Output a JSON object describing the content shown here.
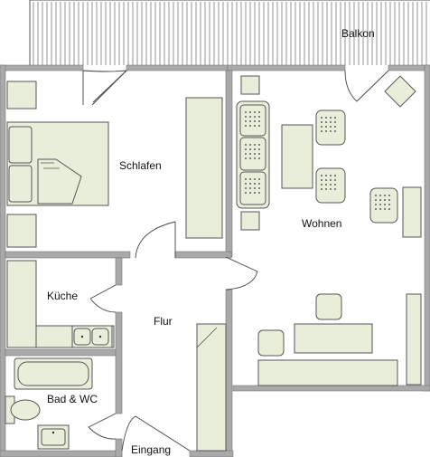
{
  "labels": {
    "balkon": "Balkon",
    "schlafen": "Schlafen",
    "wohnen": "Wohnen",
    "kueche": "Küche",
    "flur": "Flur",
    "bad_wc": "Bad & WC",
    "eingang": "Eingang"
  },
  "colors": {
    "furniture_fill": "#e9eedb",
    "wall": "#a9a9a9",
    "outline": "#555555"
  }
}
